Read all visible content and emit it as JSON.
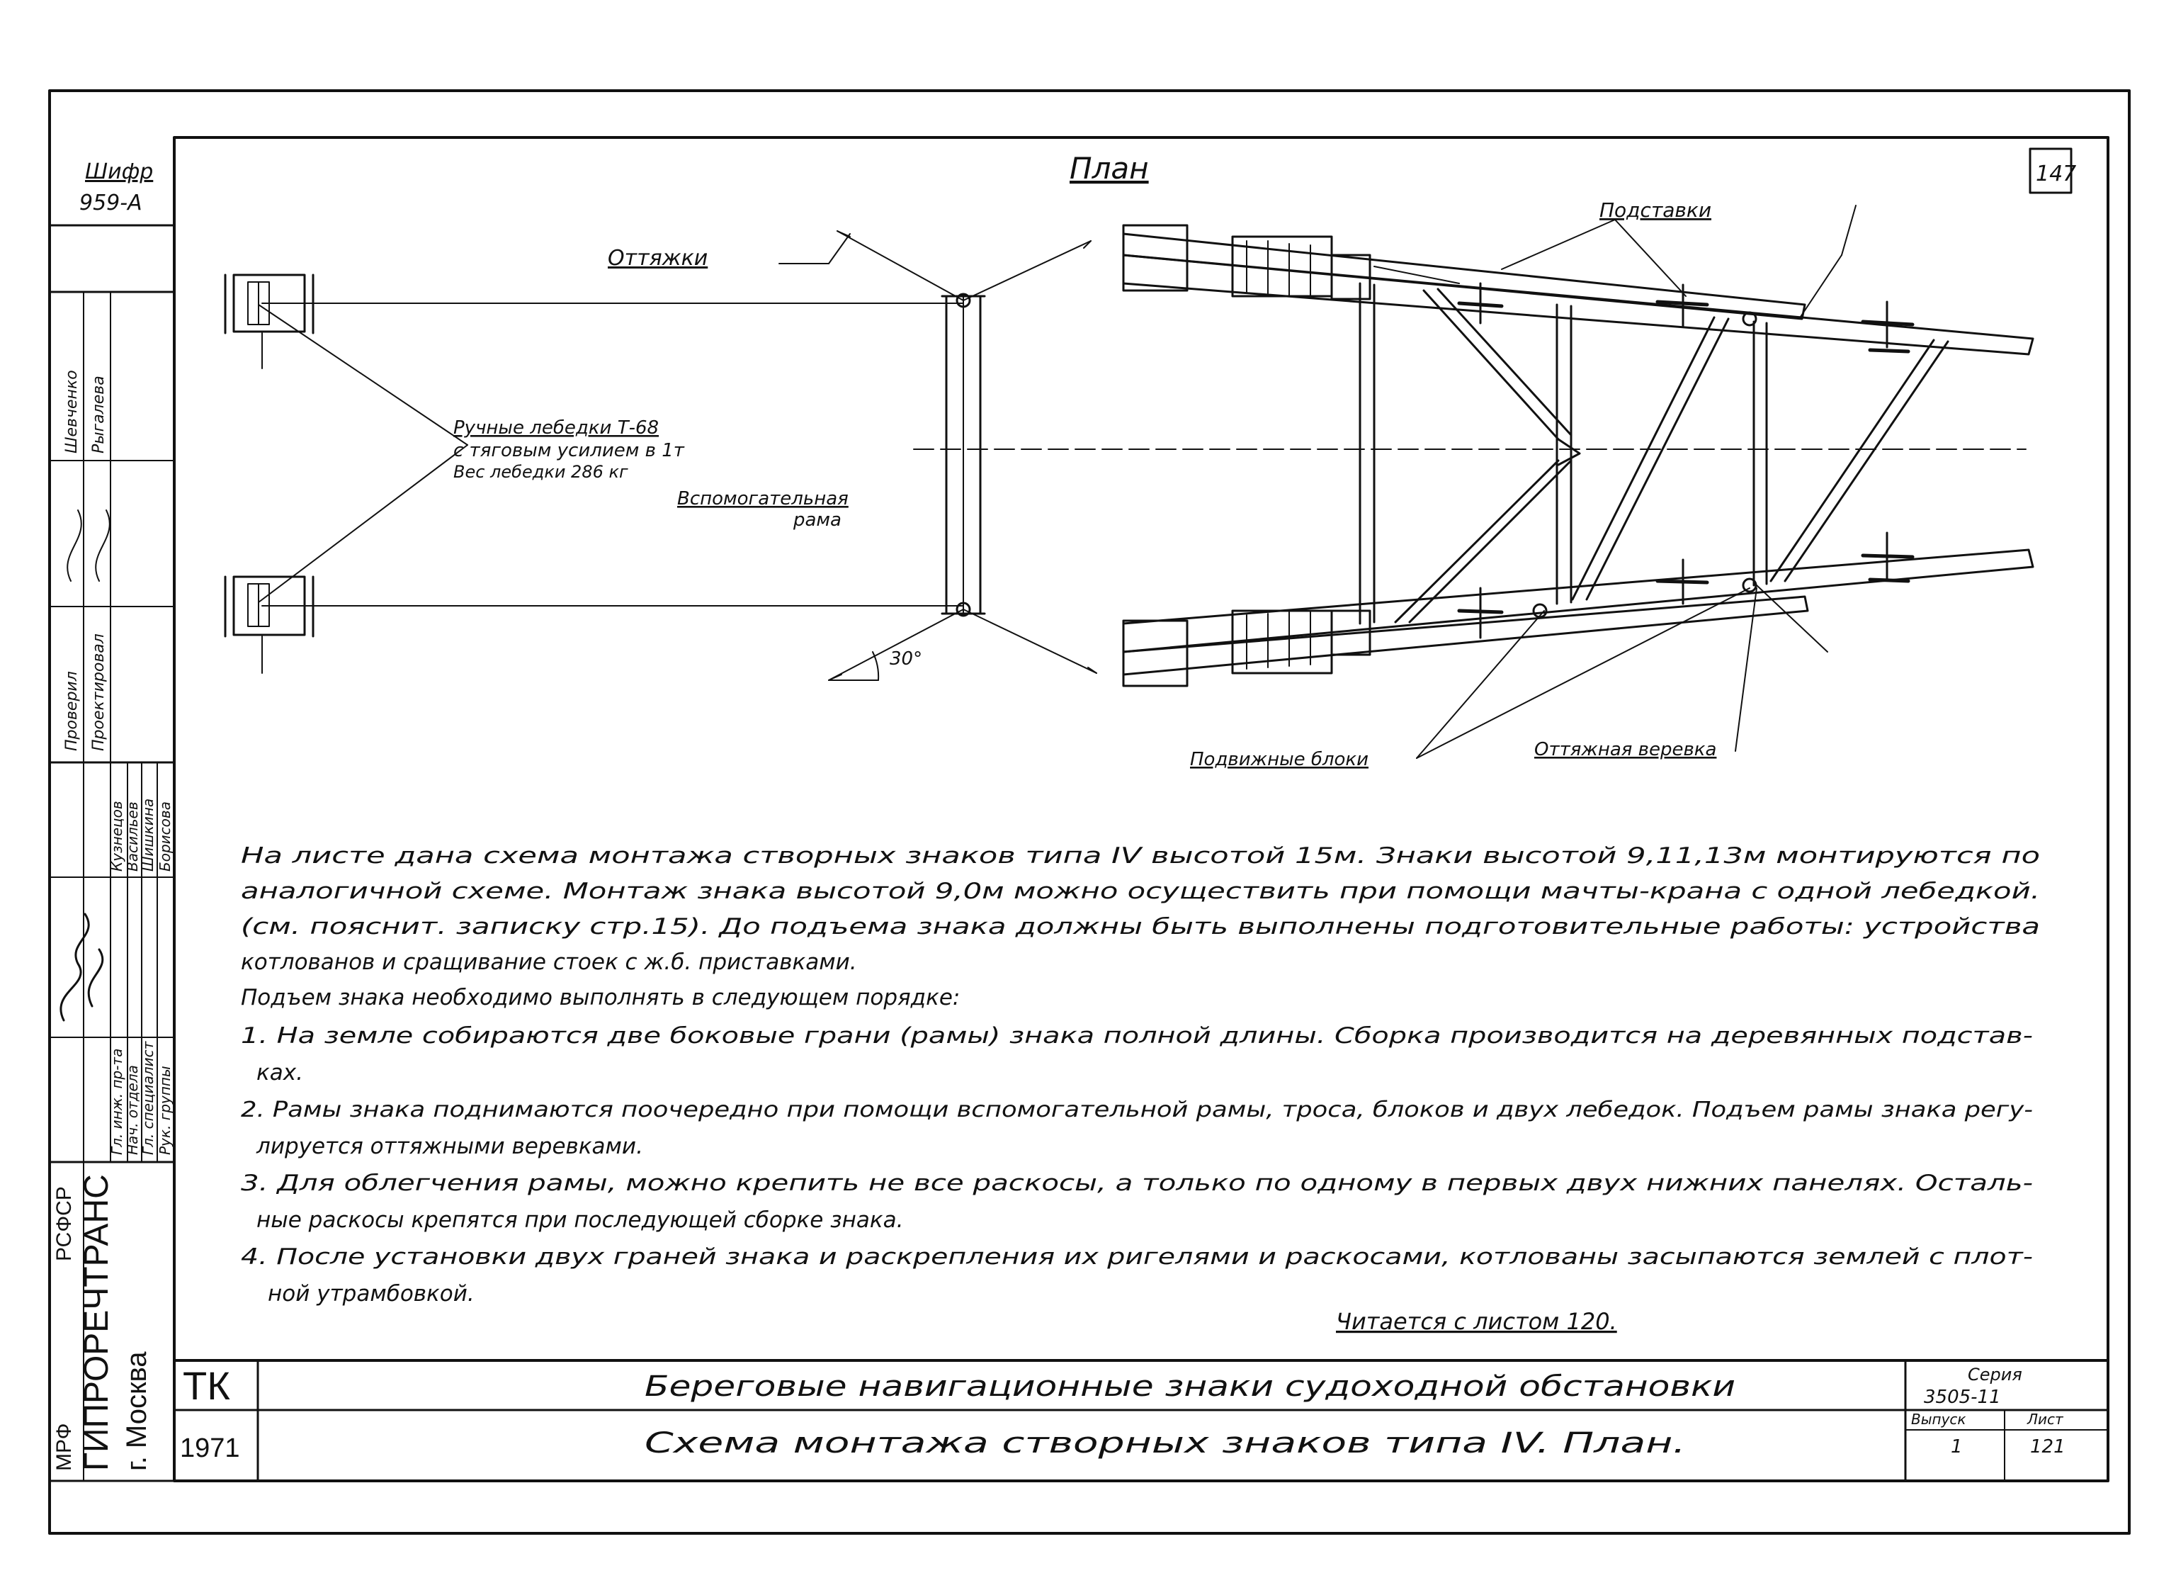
{
  "sheet": {
    "cipher_label": "Шифр",
    "cipher_value": "959-А",
    "sheet_number": "147",
    "title": "План"
  },
  "labels": {
    "guys": "Оттяжки",
    "supports": "Подставки",
    "winch_line1": "Ручные лебедки Т-68",
    "winch_line2": "с тяговым усилием в 1т",
    "winch_line3": "Вес лебедки 286 кг",
    "aux_frame_line1": "Вспомогательная",
    "aux_frame_line2": "рама",
    "angle": "30°",
    "movable_blocks": "Подвижные блоки",
    "guy_rope": "Оттяжная веревка"
  },
  "notes": {
    "para1_line1": "На листе дана схема монтажа створных знаков типа IV высотой 15м. Знаки высотой 9,11,13м монтируются по",
    "para1_line2": "аналогичной схеме. Монтаж знака высотой 9,0м можно осуществить при помощи мачты-крана с одной лебедкой.",
    "para1_line3": "(см. пояснит. записку стр.15). До подъема знака должны быть выполнены подготовительные работы: устройства",
    "para1_line4": "котлованов и сращивание стоек с ж.б. приставками.",
    "order_heading": "Подъем знака необходимо выполнять в следующем порядке:",
    "item1_line1": "1. На земле собираются две боковые грани (рамы) знака полной длины. Сборка производится на деревянных подстав-",
    "item1_line2": "ках.",
    "item2_line1": "2. Рамы знака поднимаются поочередно при помощи вспомогательной рамы, троса, блоков и двух лебедок. Подъем рамы знака регу-",
    "item2_line2": "лируется оттяжными веревками.",
    "item3_line1": "3. Для облегчения рамы, можно крепить не все раскосы, а только по одному в первых двух нижних панелях. Осталь-",
    "item3_line2": "ные раскосы крепятся при последующей сборке знака.",
    "item4_line1": "4. После установки двух граней знака и раскрепления их ригелями и раскосами, котлованы засыпаются землей с плот-",
    "item4_line2": "ной утрамбовкой.",
    "read_with": "Читается с листом 120."
  },
  "stamp": {
    "roles": [
      "Проверил",
      "Проектировал"
    ],
    "checked_names": [
      "Шевченко",
      "Рыгалева"
    ],
    "dept_roles": [
      "Гл. инж. пр-та",
      "Нач. отдела",
      "Гл. специалист",
      "Рук. группы"
    ],
    "dept_names": [
      "Кузнецов",
      "Васильев",
      "Шишкина",
      "Борисова"
    ],
    "ministry": "МРФ",
    "republic": "РСФСР",
    "org": "ГИПРОРЕЧТРАНС",
    "city": "г. Москва",
    "tk": "ТК",
    "year": "1971",
    "title_line1": "Береговые навигационные знаки судоходной обстановки",
    "title_line2": "Схема монтажа створных знаков типа IV. План.",
    "series_label": "Серия",
    "series_value": "3505-11",
    "issue_label": "Выпуск",
    "issue_value": "1",
    "page_label": "Лист",
    "page_value": "121"
  }
}
